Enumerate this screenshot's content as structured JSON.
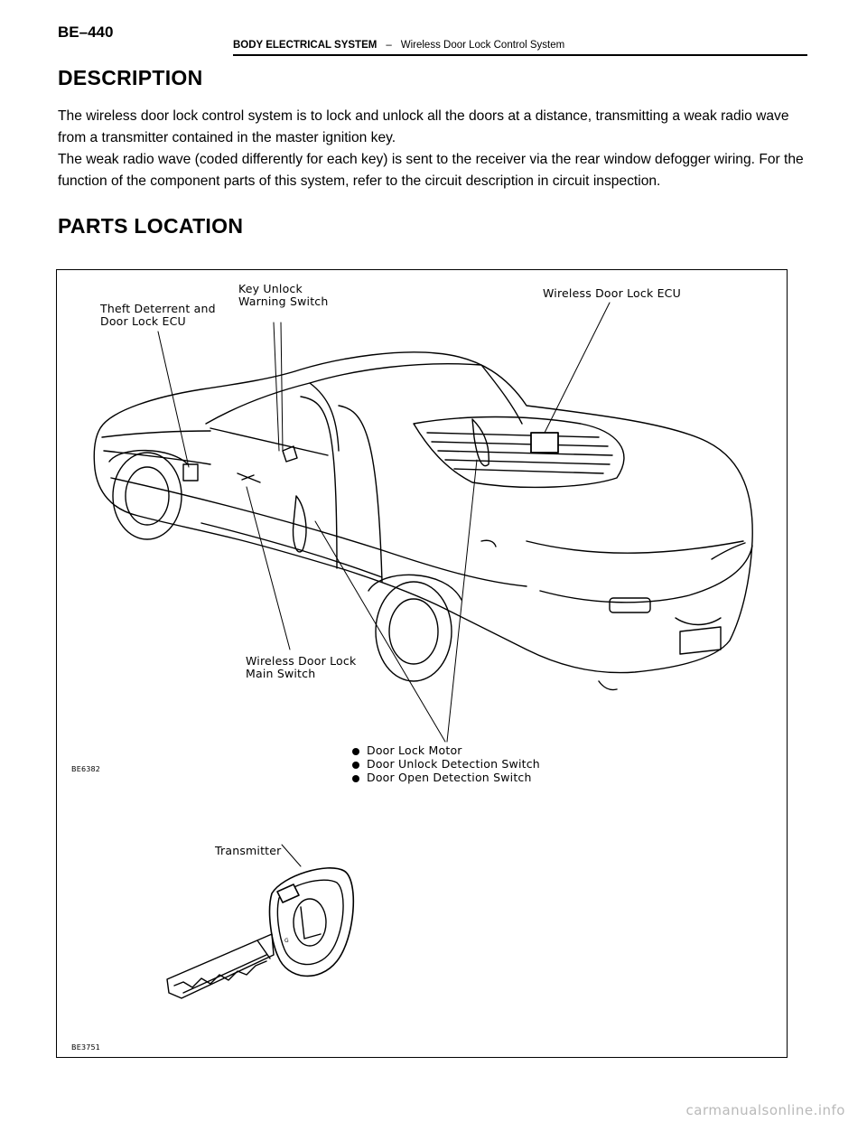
{
  "header": {
    "page_number": "BE–440",
    "section": "BODY ELECTRICAL SYSTEM",
    "separator": "–",
    "subsection": "Wireless Door Lock Control System"
  },
  "description": {
    "heading": "DESCRIPTION",
    "paragraph_1": "The wireless door lock control system is to lock and unlock all the doors at a distance, transmitting a weak radio wave from a transmitter contained in the master ignition key.",
    "paragraph_2": "The weak radio wave (coded differently for each key) is sent to the receiver via the rear window defogger wiring. For the function of the component parts of this system, refer to the circuit description in circuit inspection."
  },
  "parts_location": {
    "heading": "PARTS LOCATION",
    "labels": {
      "theft_deterrent_l1": "Theft Deterrent and",
      "theft_deterrent_l2": "Door Lock ECU",
      "key_unlock_l1": "Key Unlock",
      "key_unlock_l2": "Warning Switch",
      "wireless_ecu": "Wireless Door Lock ECU",
      "main_switch_l1": "Wireless Door Lock",
      "main_switch_l2": "Main Switch",
      "door_lock_motor": "Door Lock Motor",
      "door_unlock_switch": "Door Unlock Detection Switch",
      "door_open_switch": "Door Open Detection Switch",
      "transmitter": "Transmitter"
    },
    "figure_codes": {
      "car": "BE6382",
      "key": "BE3751"
    }
  },
  "watermark": "carmanualsonline.info"
}
